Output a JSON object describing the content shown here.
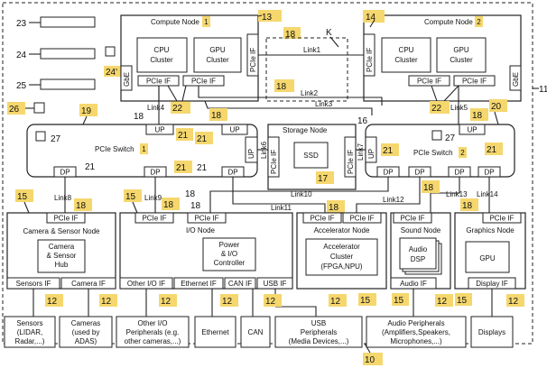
{
  "colors": {
    "highlight": "#f5d76e",
    "stroke": "#222222"
  },
  "refs": {
    "r10": "10",
    "r11": "11",
    "r12": "12",
    "r13": "13",
    "r14": "14",
    "r15": "15",
    "r16": "16",
    "r17": "17",
    "r18": "18",
    "r19": "19",
    "r20": "20",
    "r21": "21",
    "r22": "22",
    "r23": "23",
    "r24": "24",
    "r24p": "24'",
    "r25": "25",
    "r26": "26",
    "r27": "27",
    "rK": "K"
  },
  "compute1": {
    "title": "Compute Node",
    "num": "1",
    "cpu_l1": "CPU",
    "cpu_l2": "Cluster",
    "gpu_l1": "GPU",
    "gpu_l2": "Cluster",
    "gbe": "GbE",
    "pcie_if": "PCIe IF"
  },
  "compute2": {
    "title": "Compute Node",
    "num": "2",
    "cpu_l1": "CPU",
    "cpu_l2": "Cluster",
    "gpu_l1": "GPU",
    "gpu_l2": "Cluster",
    "gbe": "GbE",
    "pcie_if": "PCIe IF"
  },
  "links": {
    "link1": "Link1",
    "link2": "Link2",
    "link3": "Link3",
    "link4": "Link4",
    "link5": "Link5",
    "link6": "Link6",
    "link7": "Link7",
    "link8": "Link8",
    "link9": "Link9",
    "link10": "Link10",
    "link11": "Link11",
    "link12": "Link12",
    "link13": "Link13",
    "link14": "Link14"
  },
  "switch1": {
    "title": "PCIe Switch",
    "num": "1",
    "up": "UP",
    "dp": "DP"
  },
  "switch2": {
    "title": "PCIe Switch",
    "num": "2",
    "up": "UP",
    "dp": "DP"
  },
  "storage": {
    "title": "Storage Node",
    "ssd": "SSD",
    "pcie_if": "PCIe IF"
  },
  "camera_node": {
    "pcie_if": "PCIe IF",
    "title": "Camera & Sensor Node",
    "hub_l1": "Camera",
    "hub_l2": "& Sensor",
    "hub_l3": "Hub",
    "sensors_if": "Sensors IF",
    "camera_if": "Camera IF"
  },
  "io_node": {
    "pcie_if": "PCIe IF",
    "title": "I/O Node",
    "ctrl_l1": "Power",
    "ctrl_l2": "& I/O",
    "ctrl_l3": "Controller",
    "other_if": "Other I/O IF",
    "eth_if": "Ethernet IF",
    "can_if": "CAN IF",
    "usb_if": "USB IF"
  },
  "accel_node": {
    "pcie_if": "PCIe IF",
    "title": "Accelerator Node",
    "c_l1": "Accelerator",
    "c_l2": "Cluster",
    "c_l3": "(FPGA,NPU)"
  },
  "sound_node": {
    "pcie_if": "PCIe IF",
    "title": "Sound Node",
    "dsp_l1": "Audio",
    "dsp_l2": "DSP",
    "audio_if": "Audio IF"
  },
  "graphics_node": {
    "pcie_if": "PCIe IF",
    "title": "Graphics Node",
    "gpu": "GPU",
    "display_if": "Display IF"
  },
  "peripherals": {
    "sensors": [
      "Sensors",
      "(LIDAR,",
      "Radar,...)"
    ],
    "cameras": [
      "Cameras",
      "(used by",
      "ADAS)"
    ],
    "other_io": [
      "Other I/O",
      "Peripherals (e.g.",
      "other cameras,...)"
    ],
    "ethernet": [
      "Ethernet"
    ],
    "can": [
      "CAN"
    ],
    "usb": [
      "USB",
      "Peripherals",
      "(Media Devices,...)"
    ],
    "audio": [
      "Audio Peripherals",
      "(Amplifiers,Speakers,",
      "Microphones,...)"
    ],
    "displays": [
      "Displays"
    ]
  }
}
